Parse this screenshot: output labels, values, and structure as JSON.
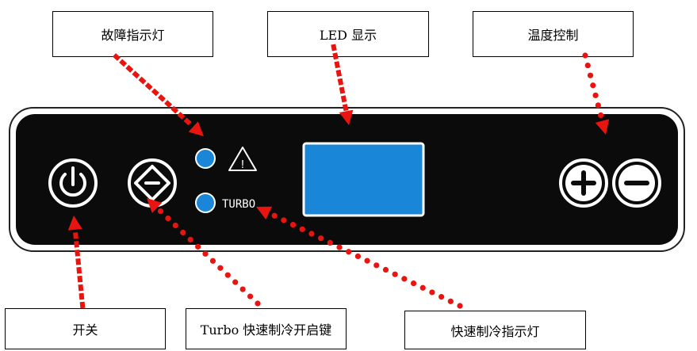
{
  "callouts": {
    "fault_indicator": "故障指示灯",
    "led_display": "LED 显示",
    "temperature_control": "温度控制",
    "power_switch": "开关",
    "turbo_button": "Turbo 快速制冷开启键",
    "turbo_indicator": "快速制冷指示灯"
  },
  "panel": {
    "turbo_label": "TURBO",
    "warning_glyph": "!"
  },
  "colors": {
    "panel_background": "#0b0b0b",
    "indicator_light": "#1a86d8",
    "display_screen": "#1a86d8",
    "arrow": "#e8140f",
    "icon_stroke": "#ffffff"
  },
  "icons": {
    "power": "power-icon",
    "turbo": "diamond-minus-icon",
    "warning": "warning-triangle-icon",
    "plus": "plus-circle-icon",
    "minus": "minus-circle-icon"
  }
}
